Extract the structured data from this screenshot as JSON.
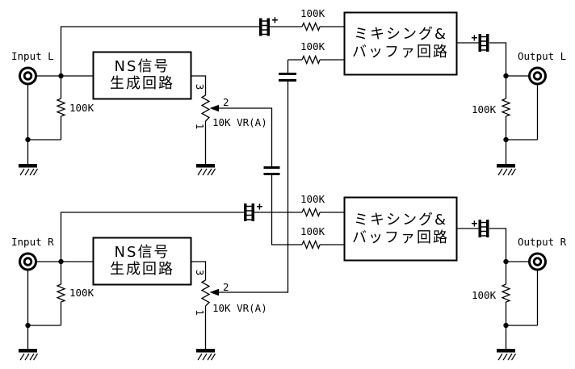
{
  "colors": {
    "line": "#000000",
    "background": "#ffffff",
    "text": "#000000"
  },
  "channels": {
    "left": {
      "input_label": "Input L",
      "output_label": "Output L",
      "input_shunt_resistor": "100K",
      "output_shunt_resistor": "100K",
      "mixer_input_resistor_direct": "100K",
      "mixer_input_resistor_cross": "100K",
      "generator_box": {
        "line1": "NS信号",
        "line2": "生成回路"
      },
      "mixer_box": {
        "line1": "ミキシング&",
        "line2": "バッファ回路"
      },
      "volume_pot": {
        "label": "10K VR(A)",
        "pin_1": "1",
        "pin_2": "2",
        "pin_3": "3"
      },
      "coupling_cap_polarity": "+",
      "output_cap_polarity": "+"
    },
    "right": {
      "input_label": "Input R",
      "output_label": "Output R",
      "input_shunt_resistor": "100K",
      "output_shunt_resistor": "100K",
      "mixer_input_resistor_direct": "100K",
      "mixer_input_resistor_cross": "100K",
      "generator_box": {
        "line1": "NS信号",
        "line2": "生成回路"
      },
      "mixer_box": {
        "line1": "ミキシング&",
        "line2": "バッファ回路"
      },
      "volume_pot": {
        "label": "10K VR(A)",
        "pin_1": "1",
        "pin_2": "2",
        "pin_3": "3"
      },
      "coupling_cap_polarity": "+",
      "output_cap_polarity": "+"
    }
  }
}
